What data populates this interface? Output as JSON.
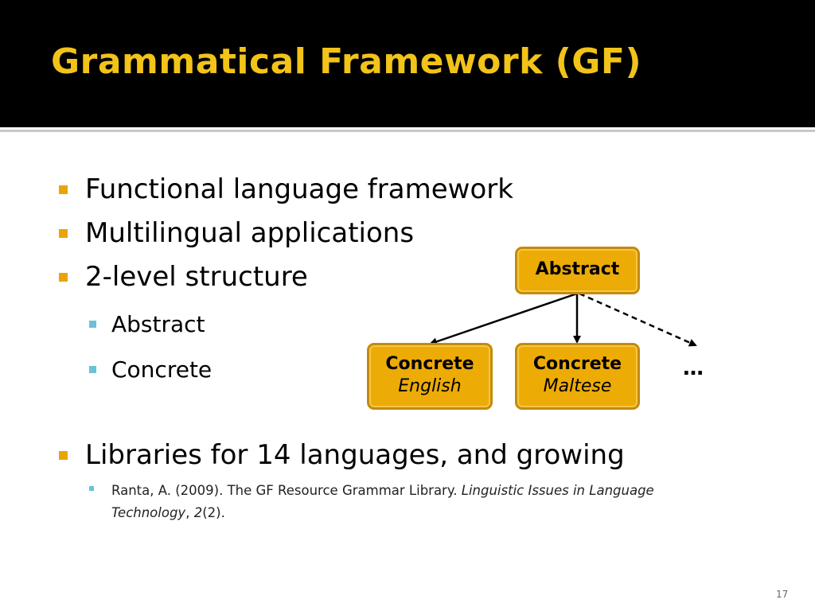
{
  "slide": {
    "title": "Grammatical Framework (GF)",
    "page_number": "17",
    "accent_color": "#f2c318",
    "bullet_color": "#e8a50a",
    "sub_bullet_color": "#6ac1d9"
  },
  "bullets": [
    {
      "text": "Functional language framework"
    },
    {
      "text": "Multilingual applications"
    },
    {
      "text": "2-level structure"
    }
  ],
  "sub_bullets": [
    {
      "text": "Abstract"
    },
    {
      "text": "Concrete"
    }
  ],
  "bullet_libraries": {
    "text": "Libraries for 14 languages, and growing"
  },
  "citation": {
    "part1": "Ranta, A. (2009). The GF Resource Grammar Library. ",
    "journal": "Linguistic Issues in Language Technology",
    "part2": ", ",
    "volume": "2",
    "part3": "(2)."
  },
  "diagram": {
    "abstract": {
      "label": "Abstract"
    },
    "concrete_english": {
      "label": "Concrete",
      "language": "English"
    },
    "concrete_maltese": {
      "label": "Concrete",
      "language": "Maltese"
    },
    "more": "…"
  }
}
